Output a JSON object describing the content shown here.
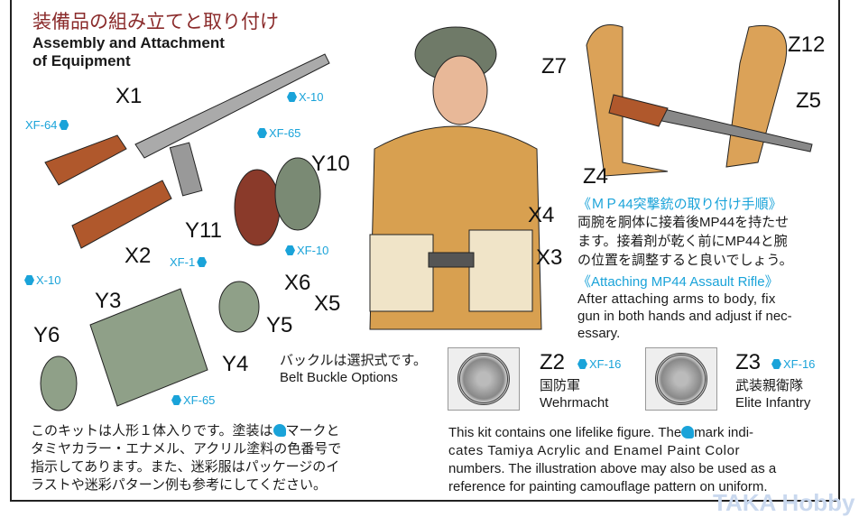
{
  "title": {
    "jp": "装備品の組み立てと取り付け",
    "en_line1": "Assembly and Attachment",
    "en_line2": "of Equipment"
  },
  "parts": {
    "X1": "X1",
    "X2": "X2",
    "X3": "X3",
    "X4": "X4",
    "X5": "X5",
    "X6": "X6",
    "Y3": "Y3",
    "Y4": "Y4",
    "Y5": "Y5",
    "Y6": "Y6",
    "Y10": "Y10",
    "Y11": "Y11",
    "Z2": "Z2",
    "Z3": "Z3",
    "Z4": "Z4",
    "Z5": "Z5",
    "Z7": "Z7",
    "Z12": "Z12"
  },
  "paints": {
    "x10_a": "X-10",
    "xf64": "XF-64",
    "xf65_a": "XF-65",
    "xf10": "XF-10",
    "xf1": "XF-1",
    "x10_b": "X-10",
    "xf65_b": "XF-65",
    "xf16_a": "XF-16",
    "xf16_b": "XF-16"
  },
  "mp44": {
    "jp_title": "《ＭＰ44突撃銃の取り付け手順》",
    "jp_lines": [
      "両腕を胴体に接着後MP44を持たせ",
      "ます。接着剤が乾く前にMP44と腕",
      "の位置を調整すると良いでしょう。"
    ],
    "en_title": "《Attaching MP44 Assault Rifle》",
    "en_lines": [
      "After attaching arms to body, fix",
      "gun in both hands and adjust if nec-",
      "essary."
    ]
  },
  "buckle": {
    "jp": "バックルは選択式です。",
    "en": "Belt Buckle Options",
    "z2_jp": "国防軍",
    "z2_en": "Wehrmacht",
    "z3_jp": "武装親衛隊",
    "z3_en": "Elite Infantry"
  },
  "notes": {
    "jp_lines": [
      "このキットは人形１体入りです。塗装は",
      "マークと",
      "タミヤカラー・エナメル、アクリル塗料の色番号で",
      "指示してあります。また、迷彩服はパッケージのイ",
      "ラストや迷彩パターン例も参考にしてください。"
    ],
    "en_lines": [
      "This kit contains one lifelike figure. The",
      "mark indi-",
      "cates Tamiya Acrylic and Enamel Paint Color",
      "numbers. The illustration above may also be used as a",
      "reference for painting camouflage pattern on uniform."
    ]
  },
  "watermark": "TAKA Hobby"
}
